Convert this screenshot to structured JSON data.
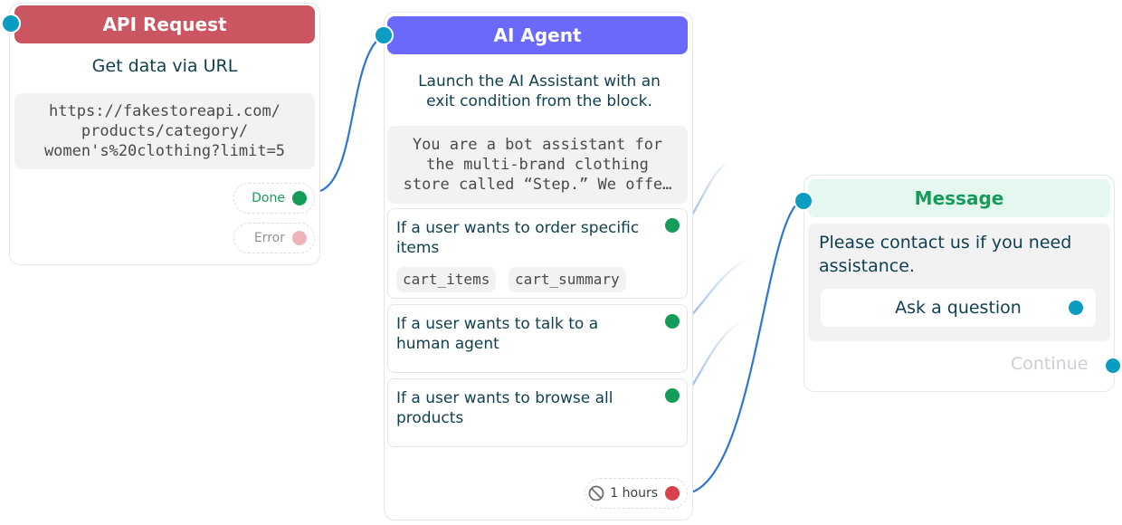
{
  "colors": {
    "api_header": "#cb5661",
    "agent_header": "#6b69fb",
    "message_header_bg": "#e4f8ef",
    "message_header_text": "#169c5a",
    "connector": "#2f74d9",
    "connector_faded": "#a9c7f5",
    "port_blue": "#0b9cc2",
    "port_green": "#169c5a",
    "port_red": "#d9414d",
    "port_pink": "#efb4b9"
  },
  "api_request": {
    "title": "API Request",
    "subtitle": "Get data via URL",
    "url": "https://fakestoreapi.com/\nproducts/category/\nwomen's%20clothing?limit=5",
    "done_label": "Done",
    "error_label": "Error"
  },
  "ai_agent": {
    "title": "AI Agent",
    "subtitle": "Launch the AI Assistant with an\nexit condition from the block.",
    "prompt": "You are a bot assistant for\nthe multi-brand clothing\nstore called “Step.” We offe…",
    "conditions": [
      {
        "text": "If a user wants to order specific items",
        "tags": [
          "cart_items",
          "cart_summary"
        ]
      },
      {
        "text": "If a user wants to talk to a human agent"
      },
      {
        "text": "If a user wants to browse all products"
      }
    ],
    "timeout_label": "1 hours",
    "timeout_icon": "ban-icon"
  },
  "message": {
    "title": "Message",
    "text": "Please contact us if you need assistance.",
    "button_label": "Ask a question",
    "continue_label": "Continue"
  }
}
